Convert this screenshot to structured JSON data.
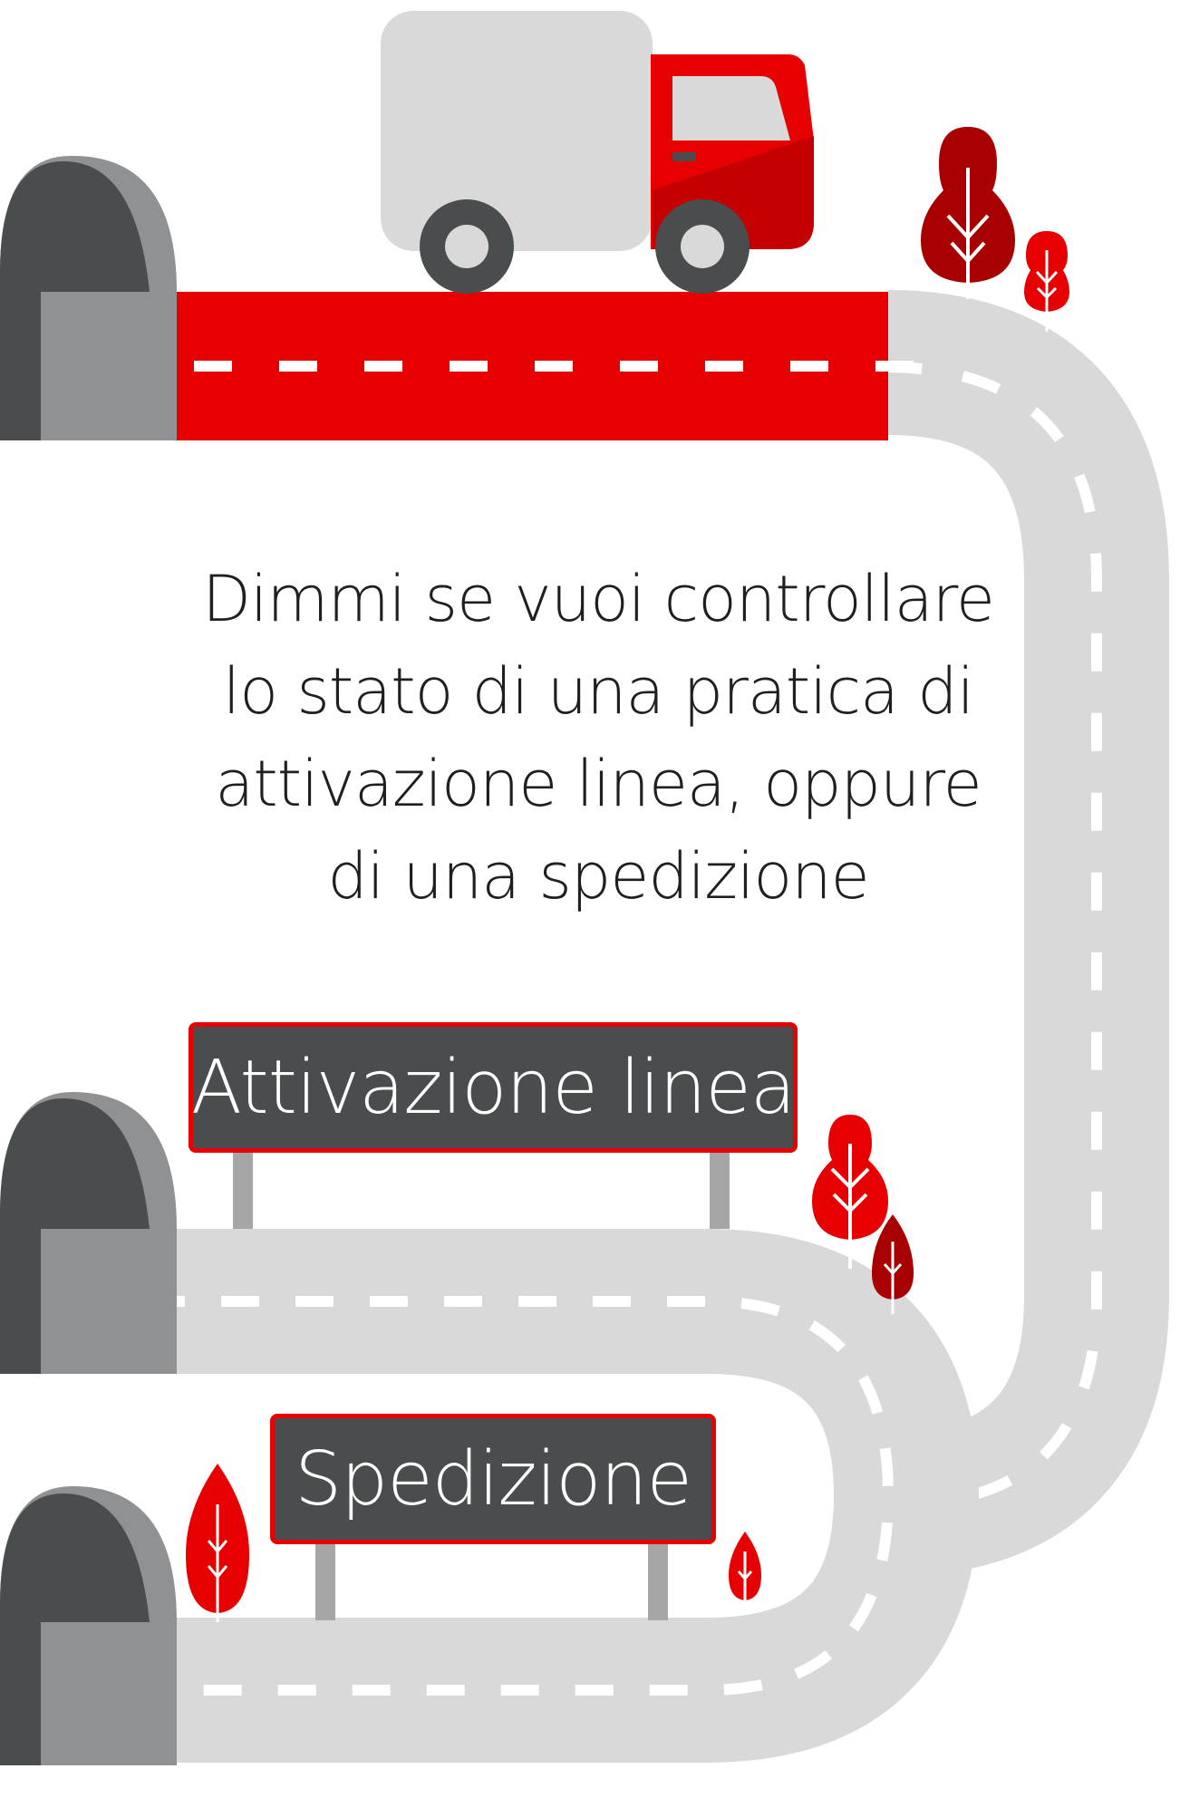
{
  "prompt": {
    "lines": [
      "Dimmi se vuoi controllare",
      "lo stato di una pratica di",
      "attivazione linea, oppure",
      "di una spedizione"
    ]
  },
  "options": [
    {
      "id": "activation",
      "label": "Attivazione linea"
    },
    {
      "id": "shipping",
      "label": "Spedizione"
    }
  ],
  "colors": {
    "brand_red": "#e60000",
    "dark_red": "#a80000",
    "road_grey": "#d9d9d9",
    "tunnel_dark": "#4a4d4e",
    "sign_bg": "#4a4d4e",
    "text": "#1f1f1f"
  },
  "icons": [
    "truck-icon",
    "tree-icon",
    "tunnel-icon",
    "road-icon",
    "signpost-icon"
  ]
}
